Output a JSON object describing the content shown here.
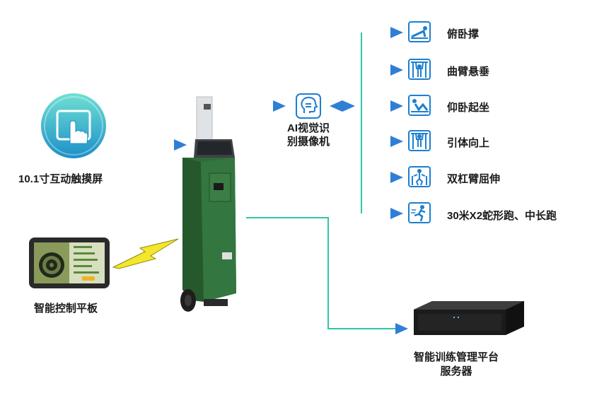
{
  "touchscreen": {
    "label": "10.1寸互动触摸屏",
    "icon": "touch-screen-icon"
  },
  "tablet": {
    "label": "智能控制平板",
    "icon": "tablet-icon"
  },
  "terminal": {
    "icon": "training-terminal-icon"
  },
  "camera": {
    "label_line1": "AI视觉识",
    "label_line2": "别摄像机",
    "icon": "ai-face-icon"
  },
  "server": {
    "label_line1": "智能训练管理平台",
    "label_line2": "服务器",
    "icon": "server-icon"
  },
  "activities": [
    {
      "label": "俯卧撑",
      "icon": "pushup-icon"
    },
    {
      "label": "曲臂悬垂",
      "icon": "arm-hang-icon"
    },
    {
      "label": "仰卧起坐",
      "icon": "situp-icon"
    },
    {
      "label": "引体向上",
      "icon": "pullup-icon"
    },
    {
      "label": "双杠臂屈伸",
      "icon": "dips-icon"
    },
    {
      "label": "30米X2蛇形跑、中长跑",
      "icon": "running-icon"
    }
  ],
  "colors": {
    "arrow_start": "#2fc6a6",
    "arrow_end": "#2f7fd6",
    "cabinet": "#2e6b35",
    "accent": "#1d7fd0"
  }
}
